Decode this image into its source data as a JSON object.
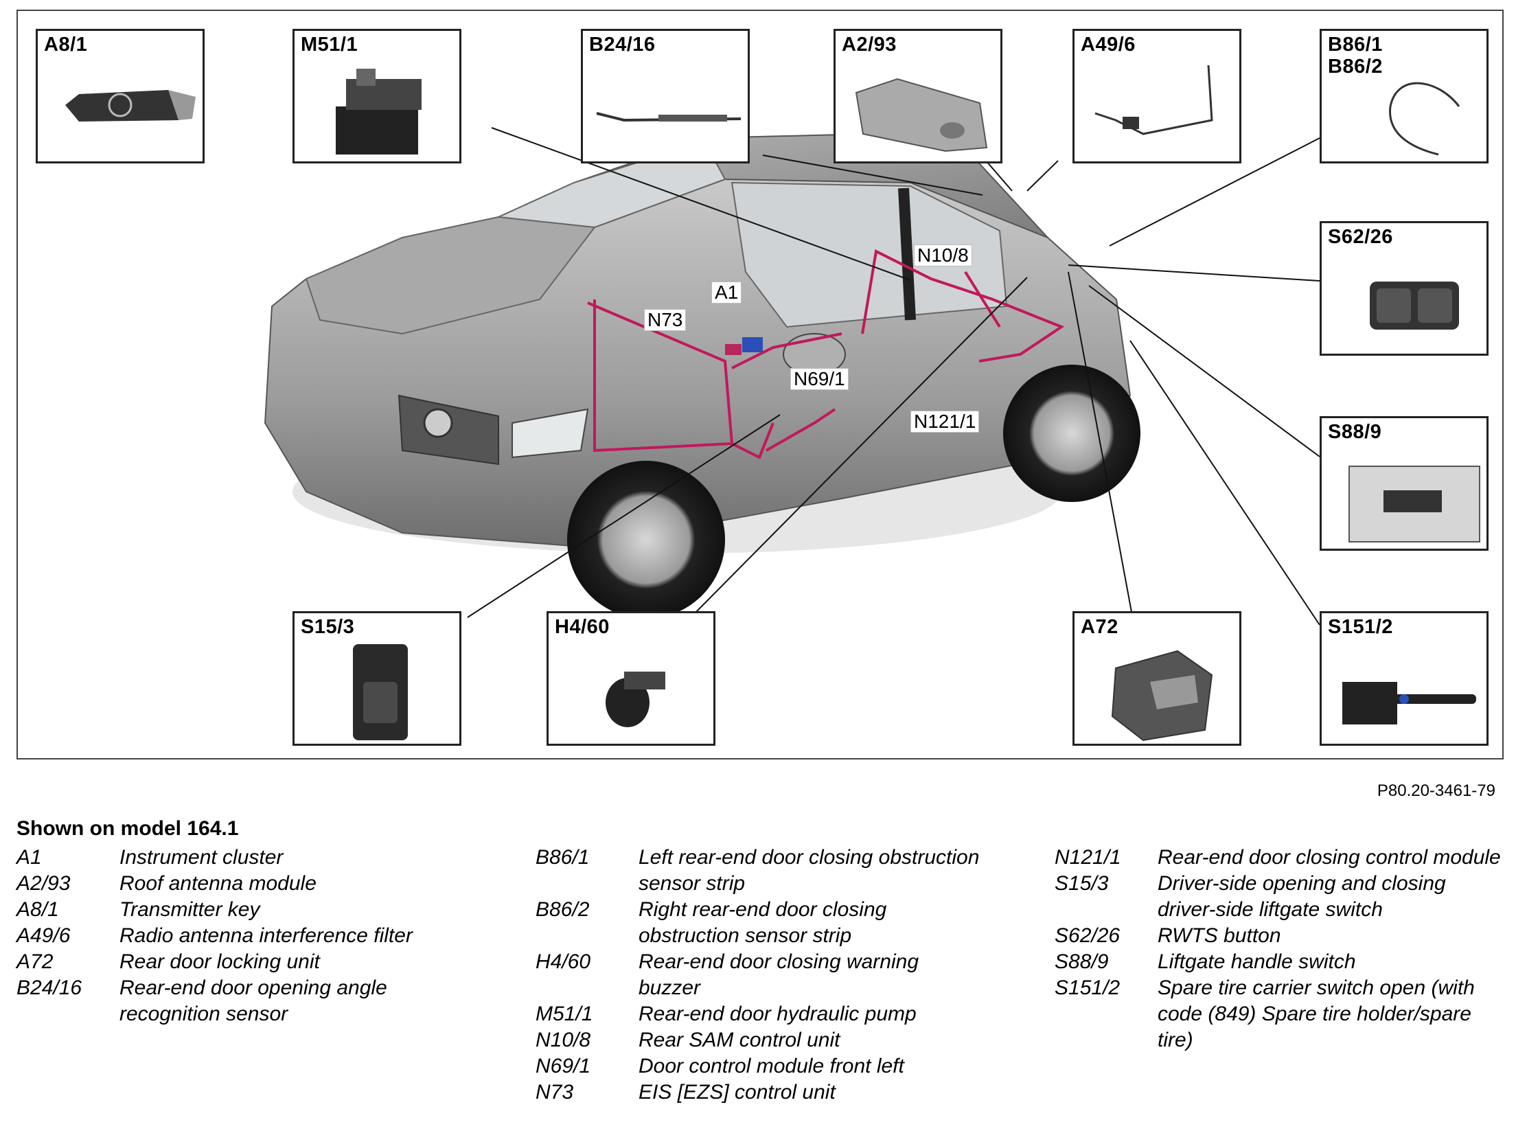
{
  "callouts": {
    "a8_1": "A8/1",
    "m51_1": "M51/1",
    "b24_16": "B24/16",
    "a2_93": "A2/93",
    "a49_6": "A49/6",
    "b86": "B86/1\nB86/2",
    "s62_26": "S62/26",
    "s88_9": "S88/9",
    "s15_3": "S15/3",
    "h4_60": "H4/60",
    "a72": "A72",
    "s151_2": "S151/2"
  },
  "car_labels": {
    "n10_8": "N10/8",
    "a1": "A1",
    "n73": "N73",
    "n69_1": "N69/1",
    "n121_1": "N121/1"
  },
  "figure_ref": "P80.20-3461-79",
  "legend": {
    "title": "Shown on model 164.1",
    "columns": [
      [
        {
          "code": "A1",
          "desc": "Instrument cluster"
        },
        {
          "code": "A2/93",
          "desc": "Roof antenna module"
        },
        {
          "code": "A8/1",
          "desc": "Transmitter key"
        },
        {
          "code": "A49/6",
          "desc": "Radio antenna interference filter"
        },
        {
          "code": "A72",
          "desc": "Rear door locking unit"
        },
        {
          "code": "B24/16",
          "desc": "Rear-end door opening angle recognition sensor"
        }
      ],
      [
        {
          "code": "B86/1",
          "desc": "Left rear-end door closing obstruction sensor strip"
        },
        {
          "code": "B86/2",
          "desc": "Right rear-end door closing obstruction sensor strip"
        },
        {
          "code": "H4/60",
          "desc": "Rear-end door closing warning buzzer"
        },
        {
          "code": "M51/1",
          "desc": "Rear-end door hydraulic pump"
        },
        {
          "code": "N10/8",
          "desc": "Rear SAM control unit"
        },
        {
          "code": "N69/1",
          "desc": "Door control module front left"
        },
        {
          "code": "N73",
          "desc": "EIS [EZS] control unit"
        }
      ],
      [
        {
          "code": "N121/1",
          "desc": "Rear-end door closing control module"
        },
        {
          "code": "S15/3",
          "desc": "Driver-side opening and closing driver-side liftgate switch"
        },
        {
          "code": "S62/26",
          "desc": "RWTS button"
        },
        {
          "code": "S88/9",
          "desc": "Liftgate handle switch"
        },
        {
          "code": "S151/2",
          "desc": "Spare tire carrier switch open (with code (849) Spare tire holder/spare tire)"
        }
      ]
    ]
  },
  "colors": {
    "wiring": "#c2185b",
    "car_body": "#9a9a9a",
    "frame": "#222222"
  }
}
